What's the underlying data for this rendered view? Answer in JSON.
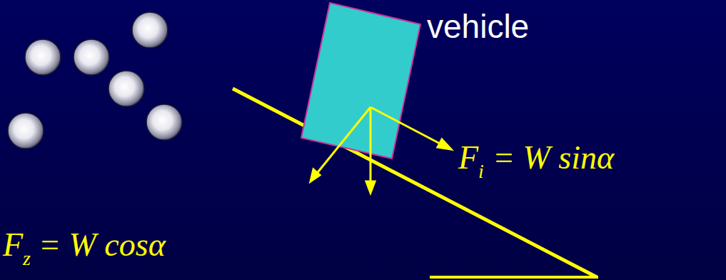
{
  "diagram": {
    "labels": [
      "vehicle",
      "F",
      "i",
      "= W sinα",
      "F",
      "z",
      "= W cosα"
    ]
  }
}
